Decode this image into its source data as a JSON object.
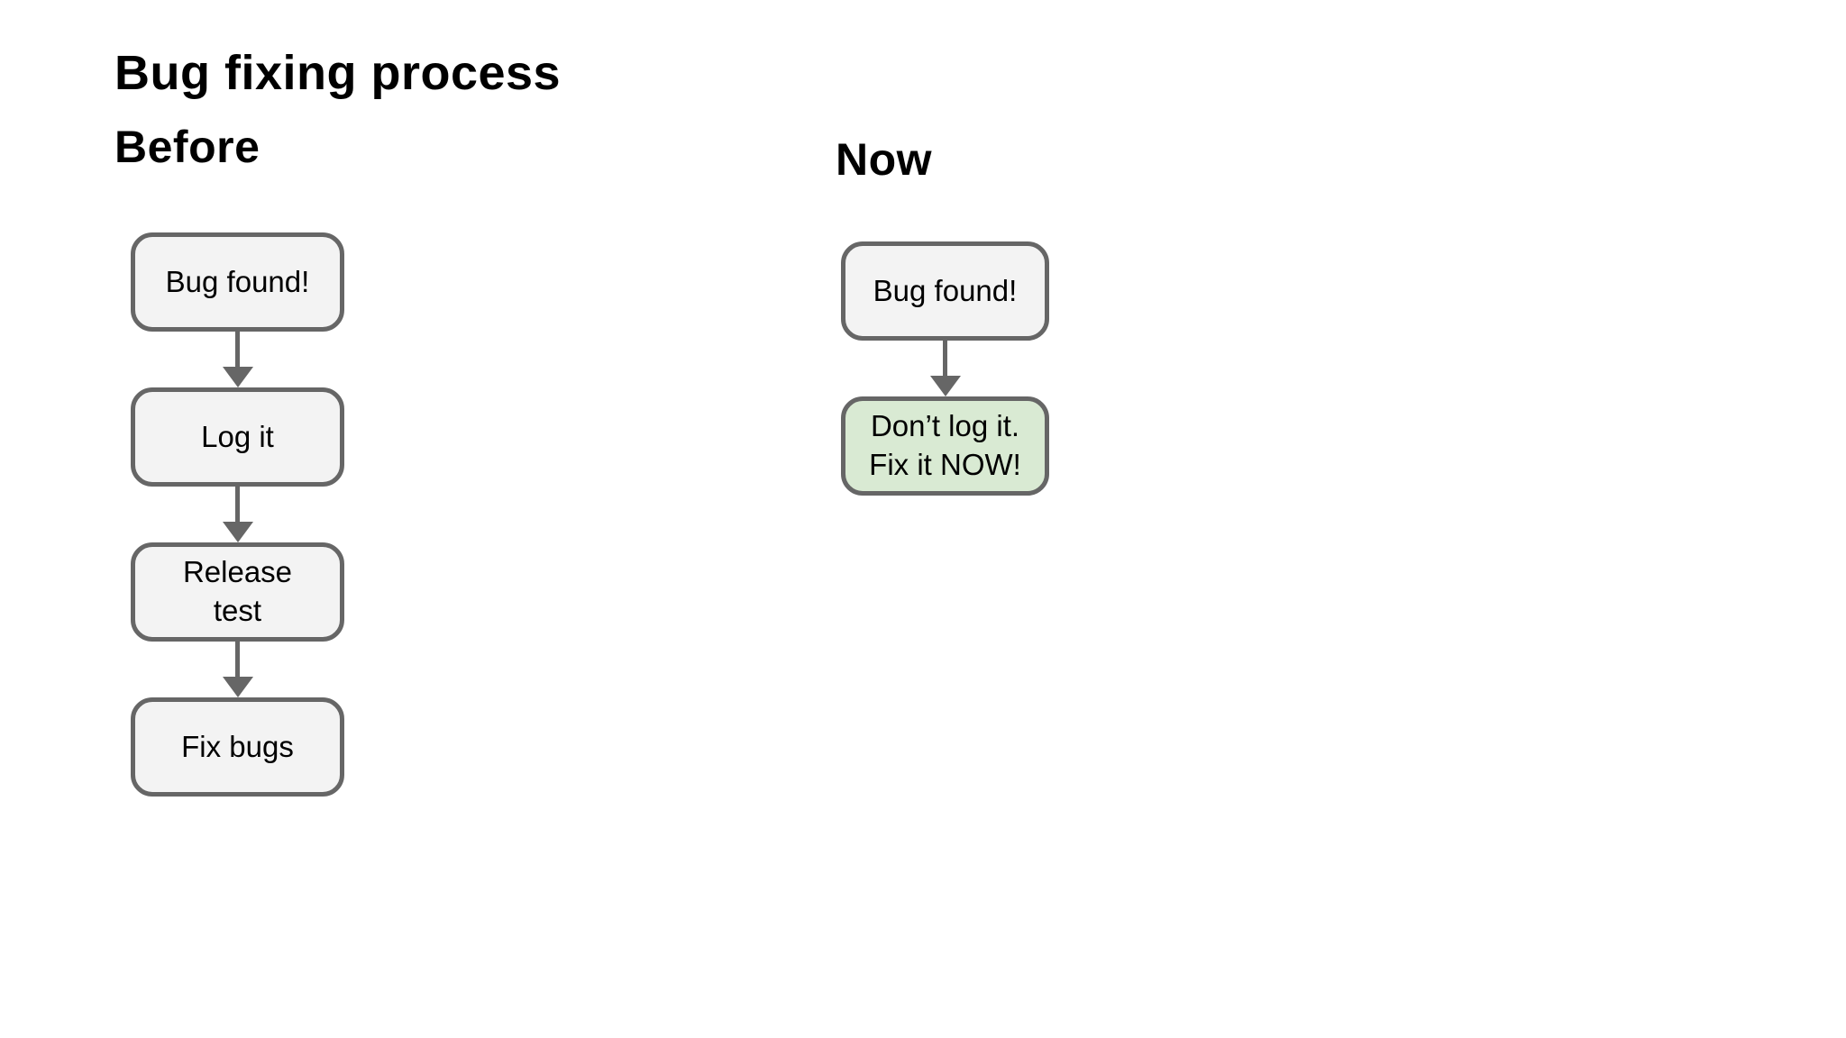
{
  "page": {
    "title": "Bug fixing process",
    "background_color": "#ffffff",
    "text_color": "#000000"
  },
  "colors": {
    "node_fill": "#f3f3f3",
    "node_border": "#666666",
    "highlight_fill": "#d9ead3",
    "arrow": "#666666"
  },
  "before": {
    "heading": "Before",
    "nodes": [
      {
        "label": "Bug found!"
      },
      {
        "label": "Log it"
      },
      {
        "label": "Release\ntest"
      },
      {
        "label": "Fix bugs"
      }
    ]
  },
  "now": {
    "heading": "Now",
    "nodes": [
      {
        "label": "Bug found!"
      },
      {
        "label": "Don’t log it.\nFix it NOW!"
      }
    ]
  }
}
